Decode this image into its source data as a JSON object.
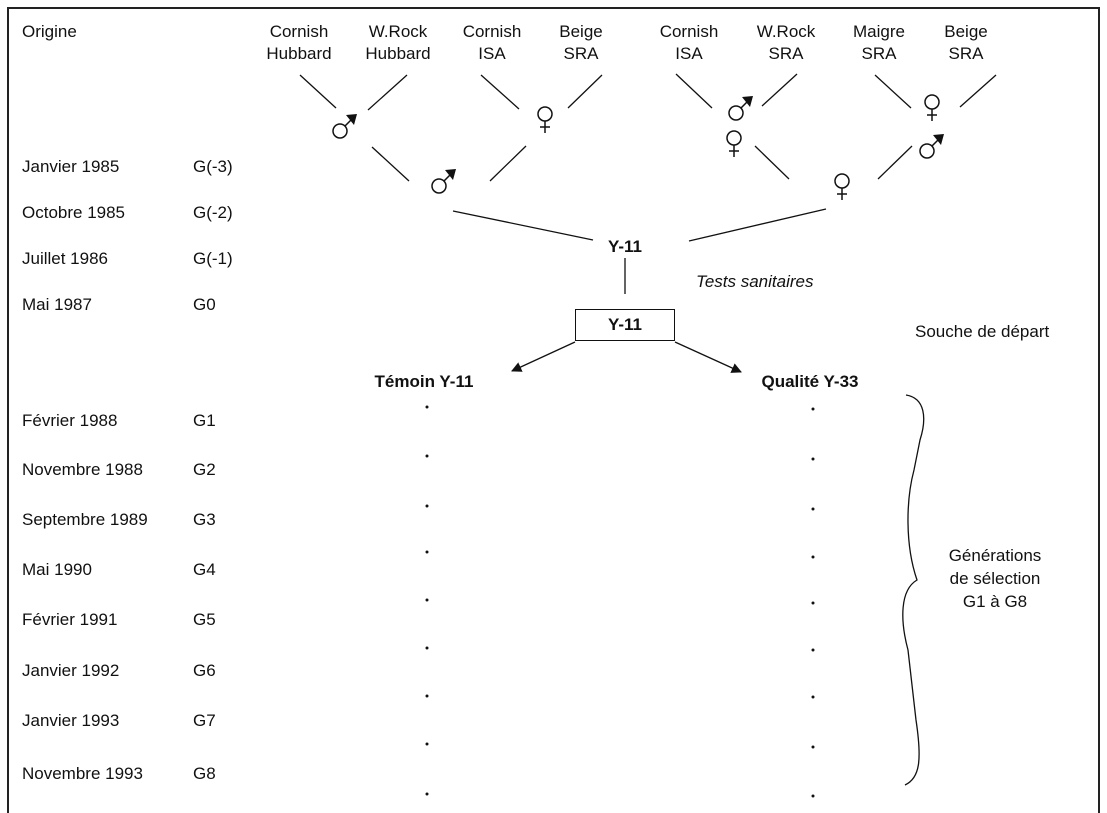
{
  "origin_label": "Origine",
  "parents": [
    {
      "line1": "Cornish",
      "line2": "Hubbard"
    },
    {
      "line1": "W.Rock",
      "line2": "Hubbard"
    },
    {
      "line1": "Cornish",
      "line2": "ISA"
    },
    {
      "line1": "Beige",
      "line2": "SRA"
    },
    {
      "line1": "Cornish",
      "line2": "ISA"
    },
    {
      "line1": "W.Rock",
      "line2": "SRA"
    },
    {
      "line1": "Maigre",
      "line2": "SRA"
    },
    {
      "line1": "Beige",
      "line2": "SRA"
    }
  ],
  "timeline": [
    {
      "date": "Janvier 1985",
      "gen": "G(-3)"
    },
    {
      "date": "Octobre 1985",
      "gen": "G(-2)"
    },
    {
      "date": "Juillet 1986",
      "gen": "G(-1)"
    },
    {
      "date": "Mai 1987",
      "gen": "G0"
    },
    {
      "date": "Février 1988",
      "gen": "G1"
    },
    {
      "date": "Novembre 1988",
      "gen": "G2"
    },
    {
      "date": "Septembre 1989",
      "gen": "G3"
    },
    {
      "date": "Mai 1990",
      "gen": "G4"
    },
    {
      "date": "Février 1991",
      "gen": "G5"
    },
    {
      "date": "Janvier 1992",
      "gen": "G6"
    },
    {
      "date": "Janvier 1993",
      "gen": "G7"
    },
    {
      "date": "Novembre 1993",
      "gen": "G8"
    }
  ],
  "cross_label": "Y-11",
  "tests_label": "Tests sanitaires",
  "box_label": "Y-11",
  "souche_label": "Souche de départ",
  "branch_left": "Témoin Y-11",
  "branch_right": "Qualité Y-33",
  "generations_label": {
    "line1": "Générations",
    "line2": "de sélection",
    "line3": "G1 à G8"
  }
}
